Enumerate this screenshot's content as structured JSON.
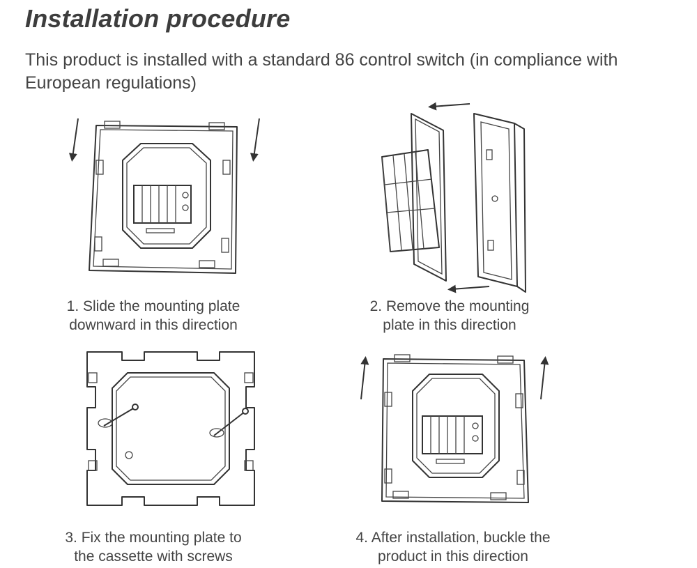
{
  "document": {
    "title": "Installation procedure",
    "intro": "This product is installed with a standard 86 control switch (in compliance with European regulations)"
  },
  "steps": [
    {
      "caption_line1": "1. Slide the mounting plate",
      "caption_line2": "downward in this direction"
    },
    {
      "caption_line1": "2. Remove the mounting",
      "caption_line2": "plate in this direction"
    },
    {
      "caption_line1": "3. Fix the mounting plate to",
      "caption_line2": "the cassette with screws"
    },
    {
      "caption_line1": "4. After installation, buckle the",
      "caption_line2": "product in this direction"
    }
  ]
}
